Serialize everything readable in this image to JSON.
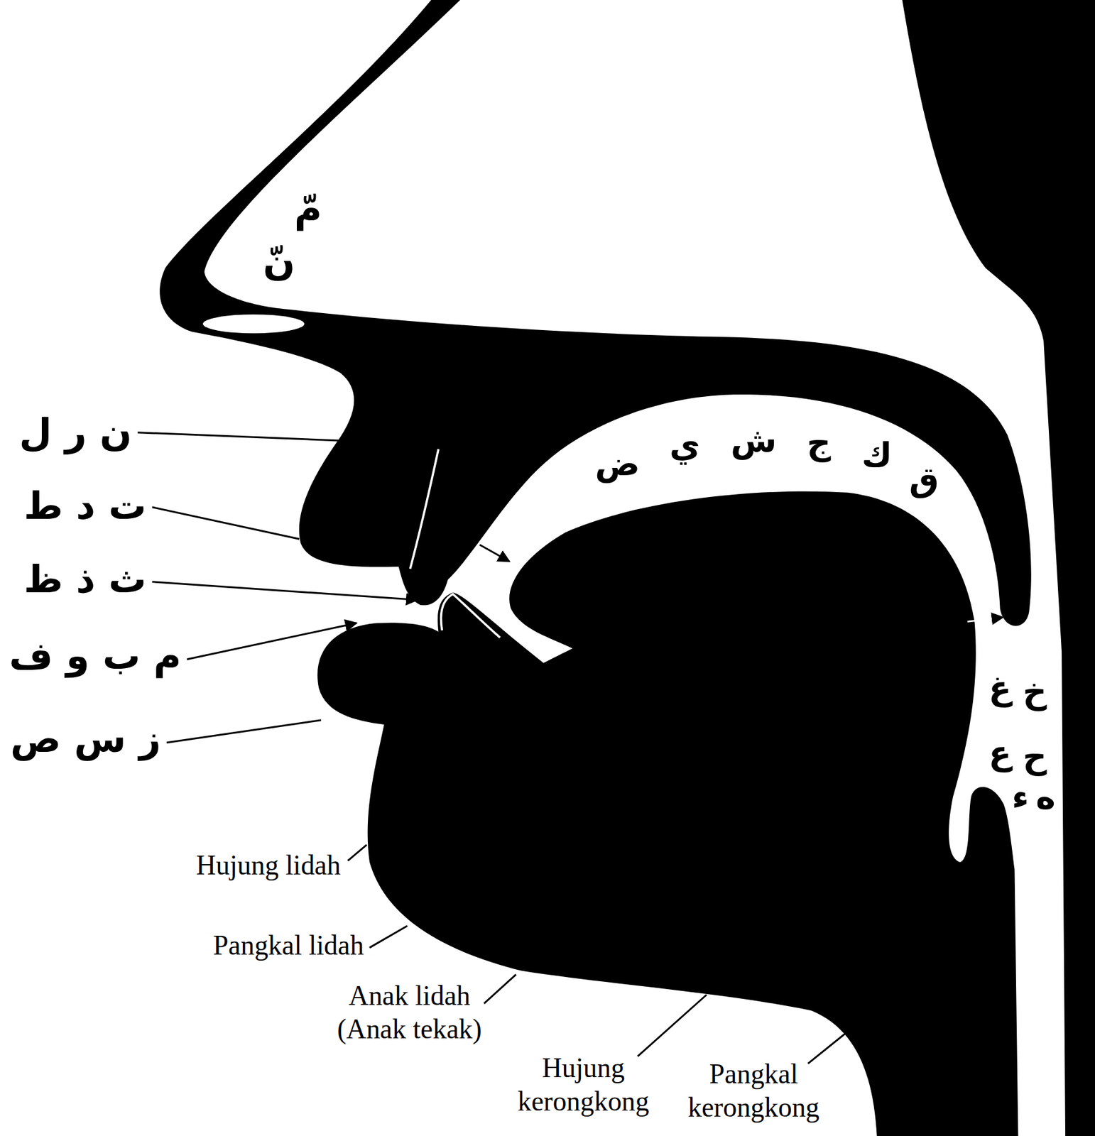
{
  "diagram": {
    "labels": [
      "مّ",
      "نّ",
      "ن ر ل",
      "ت د ط",
      "ث ذ ظ",
      "م ب و ف",
      "ز س ص",
      "ض",
      "ي",
      "ش",
      "ج",
      "ك",
      "ق",
      "غ",
      "خ",
      "ع",
      "ح",
      "ء",
      "ه",
      "Hujung lidah",
      "Pangkal lidah",
      "Anak lidah (Anak tekak)",
      "Hujung kerongkong",
      "Pangkal kerongkong"
    ]
  }
}
